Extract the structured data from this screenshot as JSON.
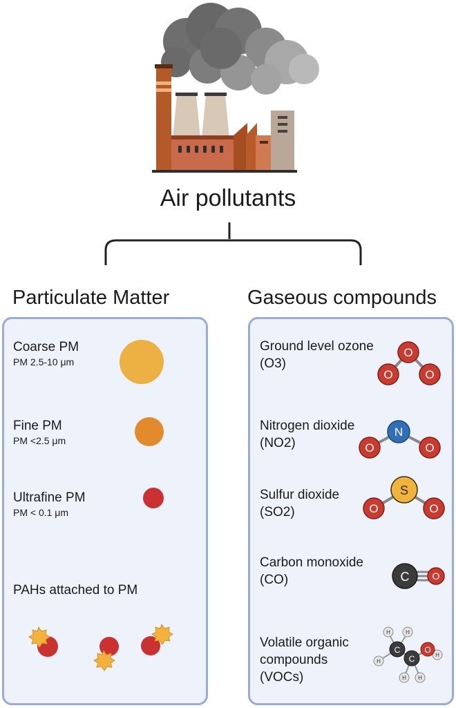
{
  "title": "Air pollutants",
  "particulate": {
    "heading": "Particulate Matter",
    "items": [
      {
        "label": "Coarse PM",
        "sub": "PM 2.5-10 μm"
      },
      {
        "label": "Fine PM",
        "sub": "PM <2.5 μm"
      },
      {
        "label": "Ultrafine PM",
        "sub": "PM < 0.1 μm"
      },
      {
        "label": "PAHs attached to PM"
      }
    ]
  },
  "gaseous": {
    "heading": "Gaseous compounds",
    "items": [
      {
        "line1": "Ground level ozone",
        "line2": "(O3)"
      },
      {
        "line1": "Nitrogen dioxide",
        "line2": "(NO2)"
      },
      {
        "line1": "Sulfur dioxide",
        "line2": "(SO2)"
      },
      {
        "line1": "Carbon monoxide",
        "line2": "(CO)"
      },
      {
        "line1": "Volatile organic",
        "line2": "compounds",
        "line3": "(VOCs)"
      }
    ]
  },
  "atoms": {
    "oxygen": "O",
    "nitrogen": "N",
    "sulfur": "S",
    "carbon": "C",
    "hydrogen": "H"
  },
  "colors": {
    "panel_border": "#97acd6",
    "panel_fill": "#eef3fb",
    "coarse": "#edb143",
    "fine": "#e38b2c",
    "ultrafine": "#cc3131",
    "oxygen": "#c93a2f",
    "nitrogen": "#2f6fb5",
    "sulfur": "#eeb43b",
    "carbon": "#3b3b3b"
  }
}
